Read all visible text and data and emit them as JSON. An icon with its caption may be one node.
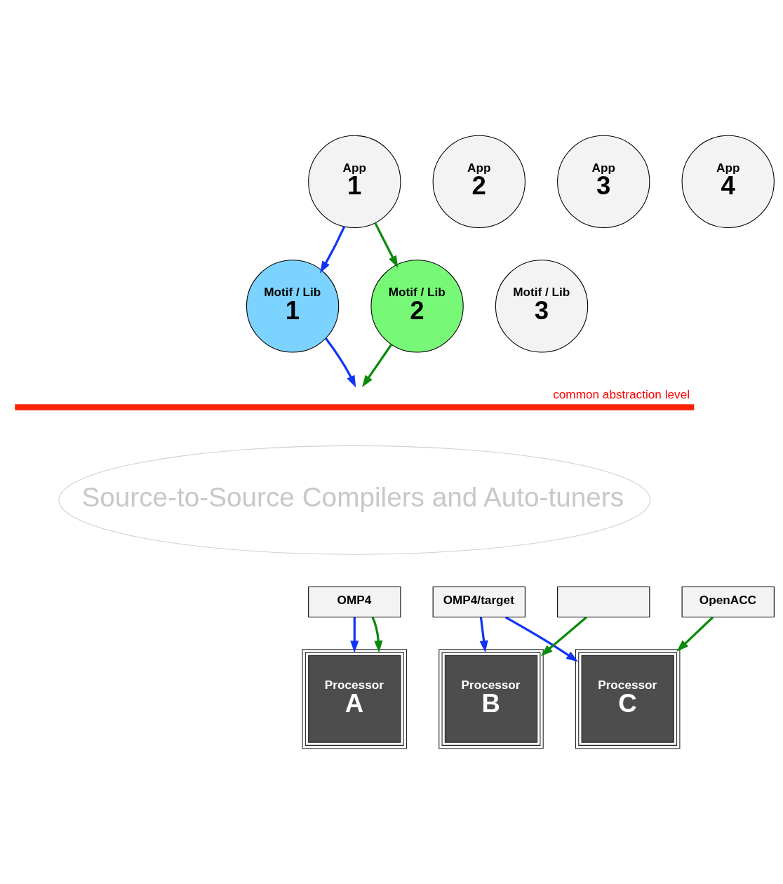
{
  "diagram": {
    "nodes": [
      {
        "text": [
          "App",
          "1"
        ]
      },
      {
        "text": [
          "App",
          "2"
        ]
      },
      {
        "text": [
          "App",
          "3"
        ]
      },
      {
        "text": [
          "App",
          "4"
        ]
      },
      {
        "text": [
          "Motif / Lib",
          "1"
        ]
      },
      {
        "text": [
          "Motif / Lib",
          "2"
        ]
      },
      {
        "text": [
          "Motif / Lib",
          "3"
        ]
      },
      {
        "text": [
          "common abstraction level"
        ]
      },
      {
        "text": [
          "Source-to-Source Compilers and Auto-tuners"
        ]
      },
      {
        "text": [
          "OMP4"
        ]
      },
      {
        "text": [
          "OMP4/target"
        ]
      },
      {
        "text": [],
        "shape": "box"
      },
      {
        "text": [
          "OpenACC"
        ]
      },
      {
        "text": [
          "Processor",
          "A"
        ]
      },
      {
        "text": [
          "Processor",
          "B"
        ]
      },
      {
        "text": [
          "Processor",
          "C"
        ]
      }
    ],
    "edges": [
      {
        "from": 0,
        "to": 4,
        "arrow": "to",
        "color": "#1034f5"
      },
      {
        "from": 0,
        "to": 5,
        "arrow": "to",
        "color": "#0b8a0b"
      },
      {
        "from": 4,
        "to": 7,
        "arrow": "to",
        "color": "#1034f5"
      },
      {
        "from": 5,
        "to": 7,
        "arrow": "to",
        "color": "#0b8a0b"
      },
      {
        "from": 9,
        "to": 13,
        "arrow": "to",
        "color": "#1034f5"
      },
      {
        "from": 9,
        "to": 13,
        "arrow": "to",
        "color": "#0b8a0b"
      },
      {
        "from": 10,
        "to": 14,
        "arrow": "to",
        "color": "#1034f5"
      },
      {
        "from": 10,
        "to": 15,
        "arrow": "to",
        "color": "#1034f5"
      },
      {
        "from": 11,
        "to": 14,
        "arrow": "to",
        "color": "#0b8a0b"
      },
      {
        "from": 12,
        "to": 15,
        "arrow": "to",
        "color": "#0b8a0b"
      }
    ]
  }
}
